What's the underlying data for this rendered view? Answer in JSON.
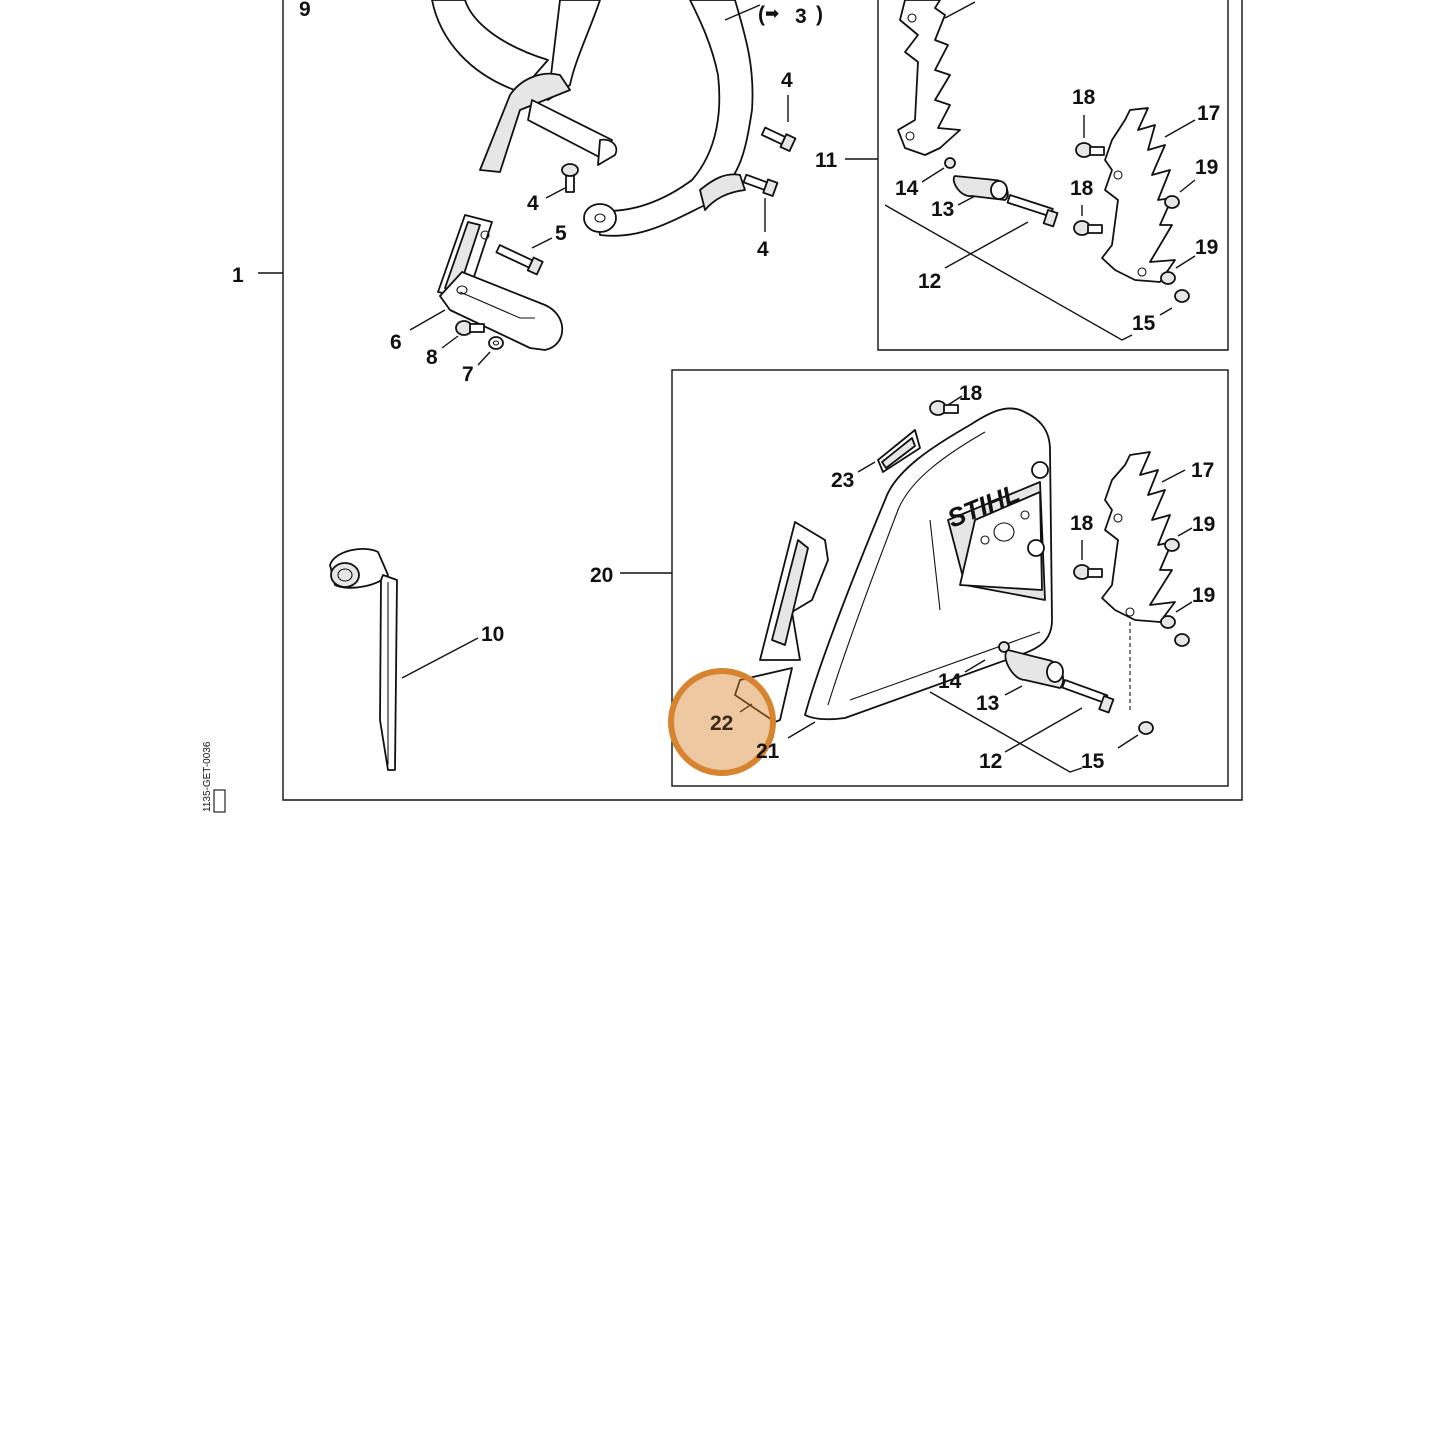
{
  "labels": {
    "l1": "1",
    "l3": "3",
    "l4a": "4",
    "l4b": "4",
    "l4c": "4",
    "l5": "5",
    "l6": "6",
    "l7": "7",
    "l8": "8",
    "l9": "9",
    "l10": "10",
    "l11": "11",
    "l12a": "12",
    "l12b": "12",
    "l13a": "13",
    "l13b": "13",
    "l14a": "14",
    "l14b": "14",
    "l15a": "15",
    "l15b": "15",
    "l17a": "17",
    "l17b": "17",
    "l18a": "18",
    "l18b": "18",
    "l18c": "18",
    "l18d": "18",
    "l19a": "19",
    "l19b": "19",
    "l19c": "19",
    "l19d": "19",
    "l20": "20",
    "l21": "21",
    "l22": "22",
    "l23": "23"
  },
  "reference_arrow": "➡",
  "drawing_code": "1135-GET-0036",
  "logo_text": "STIHL",
  "highlight": {
    "label": "22",
    "color": "#d6842f",
    "fill": "rgba(214,132,47,0.45)"
  }
}
